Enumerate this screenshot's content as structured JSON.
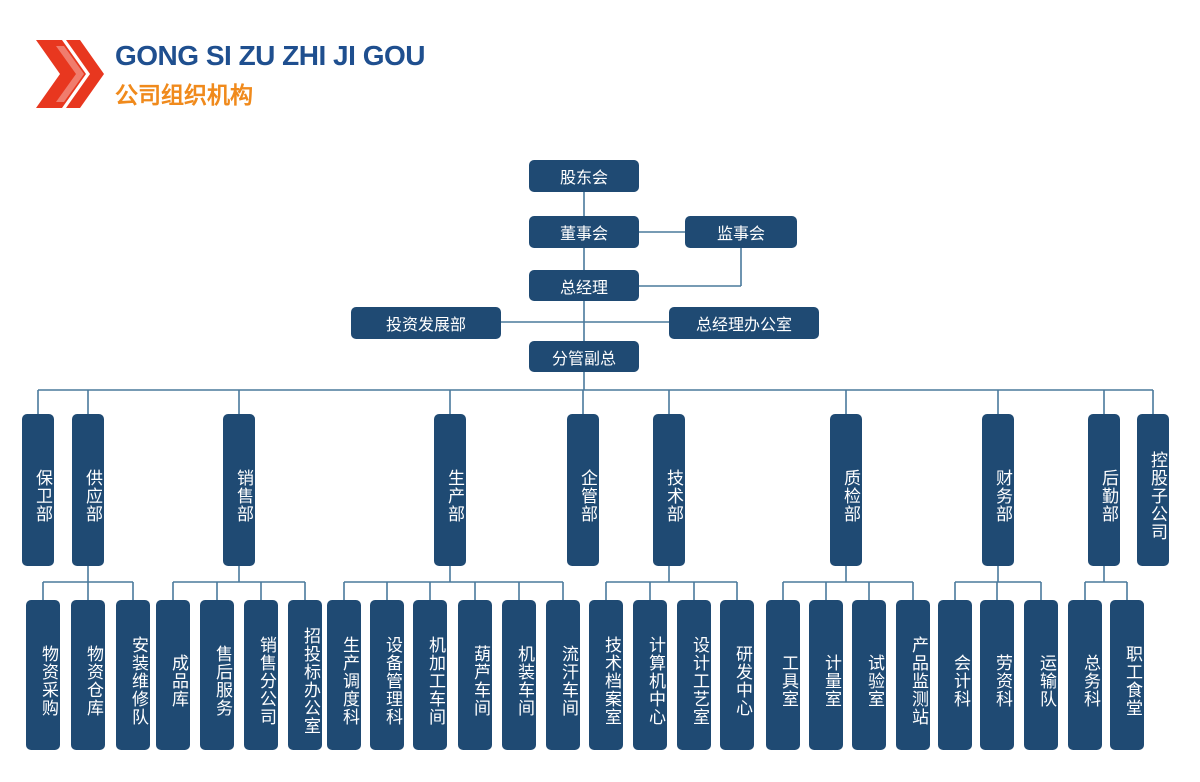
{
  "header": {
    "title_en": "GONG SI ZU ZHI JI GOU",
    "title_cn": "公司组织机构"
  },
  "colors": {
    "box": "#1f4a73",
    "line": "#4a7a9c",
    "logo_red": "#e8371f",
    "title_blue": "#1f4f8f",
    "title_orange": "#f08a1c"
  },
  "top": {
    "shareholders": "股东会",
    "board": "董事会",
    "supervisors": "监事会",
    "gm": "总经理",
    "investment": "投资发展部",
    "gm_office": "总经理办公室",
    "vp": "分管副总"
  },
  "departments": [
    {
      "name": "保卫部",
      "children": []
    },
    {
      "name": "供应部",
      "children": [
        "物资采购",
        "物资仓库",
        "安装维修队"
      ]
    },
    {
      "name": "销售部",
      "children": [
        "成品库",
        "售后服务",
        "销售分公司",
        "招投标办公室"
      ]
    },
    {
      "name": "生产部",
      "children": [
        "生产调度科",
        "设备管理科",
        "机加工车间",
        "葫芦车间",
        "机装车间",
        "流汗车间"
      ]
    },
    {
      "name": "企管部",
      "children": []
    },
    {
      "name": "技术部",
      "children": [
        "技术档案室",
        "计算机中心",
        "设计工艺室",
        "研发中心"
      ]
    },
    {
      "name": "质检部",
      "children": [
        "工具室",
        "计量室",
        "试验室",
        "产品监测站"
      ]
    },
    {
      "name": "财务部",
      "children": [
        "会计科",
        "劳资科",
        "运输队"
      ]
    },
    {
      "name": "后勤部",
      "children": [
        "总务科",
        "职工食堂"
      ]
    },
    {
      "name": "控股子公司",
      "children": []
    }
  ]
}
